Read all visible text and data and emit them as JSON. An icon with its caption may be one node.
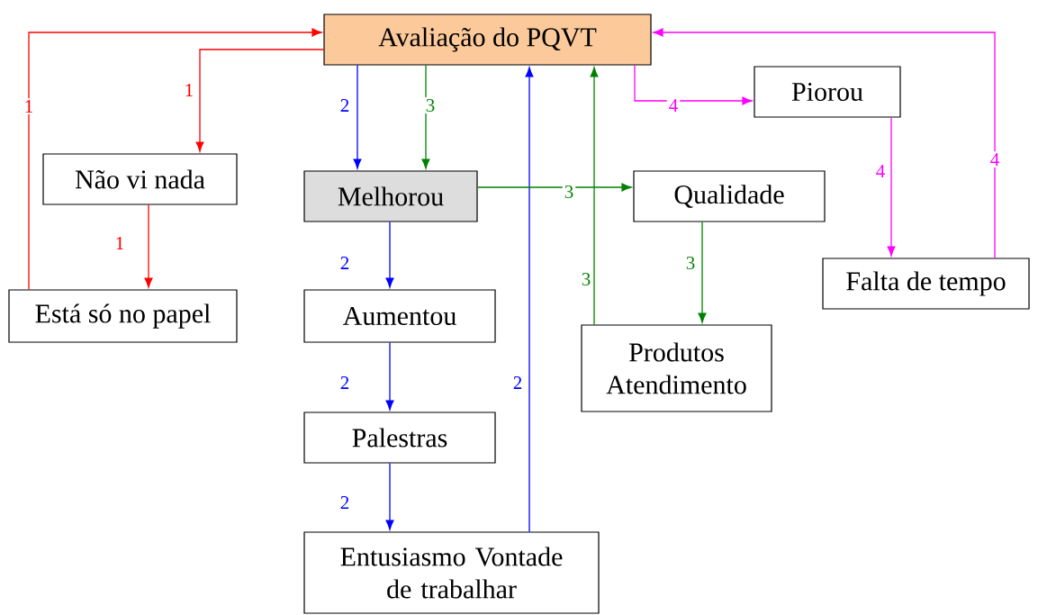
{
  "diagram": {
    "nodes": [
      {
        "text": [
          "Avaliação do PQVT"
        ]
      },
      {
        "text": [
          "Piorou"
        ]
      },
      {
        "text": [
          "Não vi nada"
        ]
      },
      {
        "text": [
          "Melhorou"
        ]
      },
      {
        "text": [
          "Qualidade"
        ]
      },
      {
        "text": [
          "Está só no papel"
        ]
      },
      {
        "text": [
          "Aumentou"
        ]
      },
      {
        "text": [
          "Falta de tempo"
        ]
      },
      {
        "text": [
          "Produtos Atendimento"
        ]
      },
      {
        "text": [
          "Palestras"
        ]
      },
      {
        "text": [
          "Entusiasmo Vontade de trabalhar"
        ]
      }
    ],
    "edges": [
      {
        "from": 5,
        "to": 0,
        "arrow": "to",
        "label": "1",
        "color": "#ff0000"
      },
      {
        "from": 0,
        "to": 2,
        "arrow": "to",
        "label": "1",
        "color": "#ff0000"
      },
      {
        "from": 2,
        "to": 5,
        "arrow": "to",
        "label": "1",
        "color": "#ff0000"
      },
      {
        "from": 0,
        "to": 3,
        "arrow": "to",
        "label": "2",
        "color": "#0000ff"
      },
      {
        "from": 0,
        "to": 3,
        "arrow": "to",
        "label": "3",
        "color": "#008000"
      },
      {
        "from": 3,
        "to": 6,
        "arrow": "to",
        "label": "2",
        "color": "#0000ff"
      },
      {
        "from": 6,
        "to": 9,
        "arrow": "to",
        "label": "2",
        "color": "#0000ff"
      },
      {
        "from": 9,
        "to": 10,
        "arrow": "to",
        "label": "2",
        "color": "#0000ff"
      },
      {
        "from": 10,
        "to": 0,
        "arrow": "to",
        "label": "2",
        "color": "#0000ff"
      },
      {
        "from": 3,
        "to": 4,
        "arrow": "to",
        "label": "3",
        "color": "#008000"
      },
      {
        "from": 4,
        "to": 8,
        "arrow": "to",
        "label": "3",
        "color": "#008000"
      },
      {
        "from": 8,
        "to": 0,
        "arrow": "to",
        "label": "3",
        "color": "#008000"
      },
      {
        "from": 0,
        "to": 1,
        "arrow": "to",
        "label": "4",
        "color": "#ff00ff"
      },
      {
        "from": 1,
        "to": 7,
        "arrow": "to",
        "label": "4",
        "color": "#ff00ff"
      },
      {
        "from": 7,
        "to": 0,
        "arrow": "to",
        "label": "4",
        "color": "#ff00ff"
      }
    ]
  }
}
